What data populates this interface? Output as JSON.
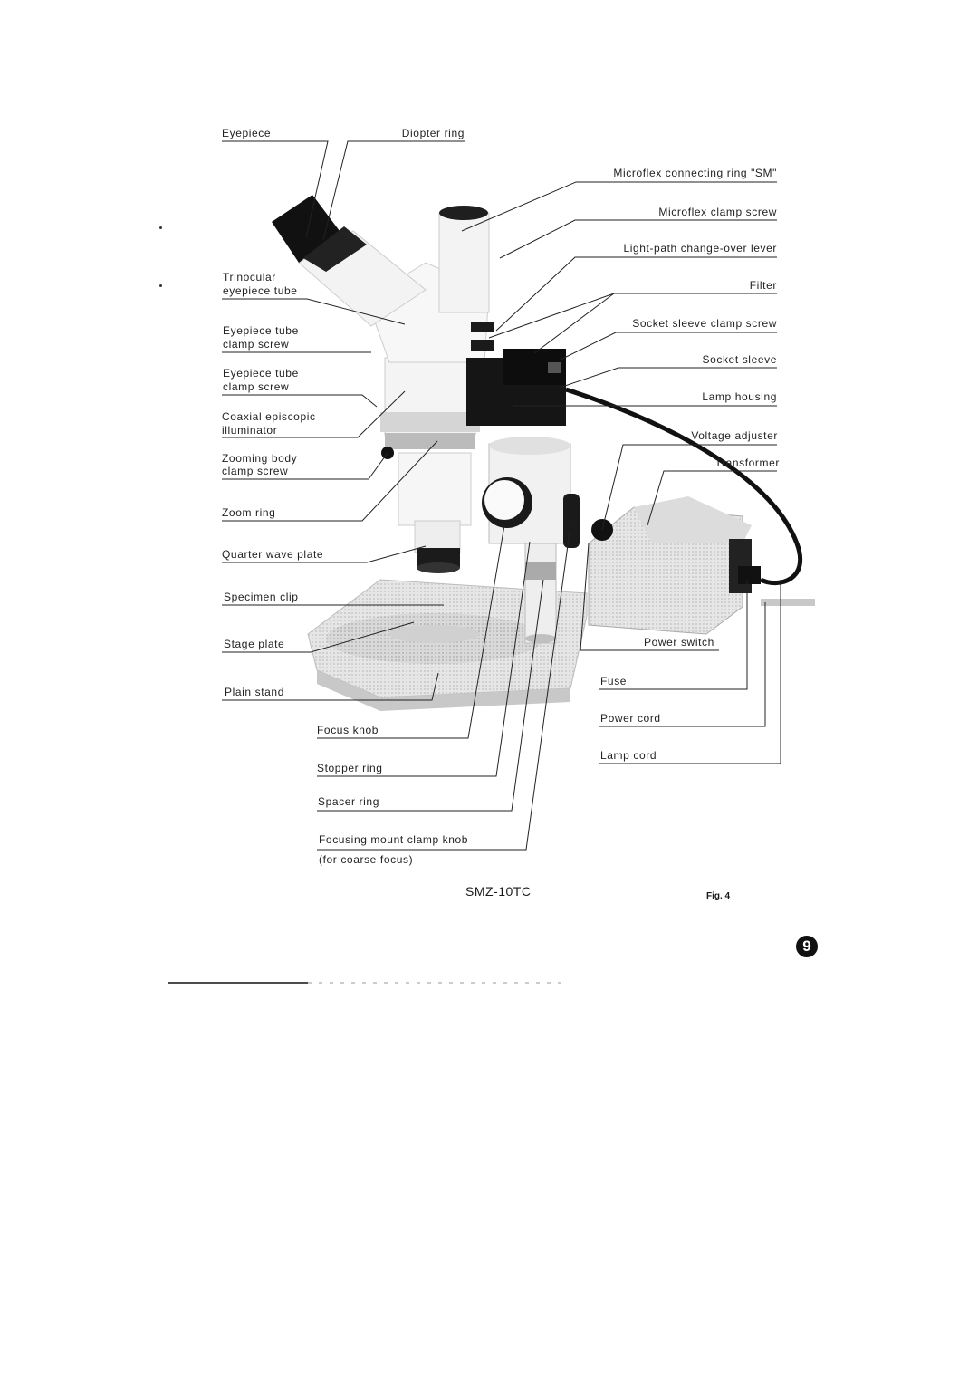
{
  "figure": {
    "model": "SMZ-10TC",
    "figure_label": "Fig. 4",
    "page_number": "9",
    "labels": {
      "eyepiece": "Eyepiece",
      "diopter_ring": "Diopter ring",
      "microflex_connecting_ring": "Microflex connecting ring \"SM\"",
      "microflex_clamp_screw": "Microflex clamp screw",
      "light_path_lever": "Light-path change-over lever",
      "filter": "Filter",
      "socket_sleeve_clamp_screw": "Socket sleeve clamp screw",
      "socket_sleeve": "Socket sleeve",
      "lamp_housing": "Lamp housing",
      "voltage_adjuster": "Voltage adjuster",
      "transformer": "Transformer",
      "trinocular_1": "Trinocular",
      "trinocular_2": "eyepiece tube",
      "eyepiece_tube_clamp_a_1": "Eyepiece tube",
      "eyepiece_tube_clamp_a_2": "clamp screw",
      "eyepiece_tube_clamp_b_1": "Eyepiece tube",
      "eyepiece_tube_clamp_b_2": "clamp screw",
      "coaxial_1": "Coaxial episcopic",
      "coaxial_2": "illuminator",
      "zooming_body_1": "Zooming body",
      "zooming_body_2": "clamp screw",
      "zoom_ring": "Zoom ring",
      "quarter_wave_plate": "Quarter wave plate",
      "specimen_clip": "Specimen clip",
      "stage_plate": "Stage plate",
      "plain_stand": "Plain stand",
      "focus_knob": "Focus knob",
      "stopper_ring": "Stopper ring",
      "spacer_ring": "Spacer ring",
      "focusing_mount_1": "Focusing mount clamp knob",
      "focusing_mount_2": "(for coarse focus)",
      "power_switch": "Power switch",
      "fuse": "Fuse",
      "power_cord": "Power cord",
      "lamp_cord": "Lamp cord"
    }
  }
}
